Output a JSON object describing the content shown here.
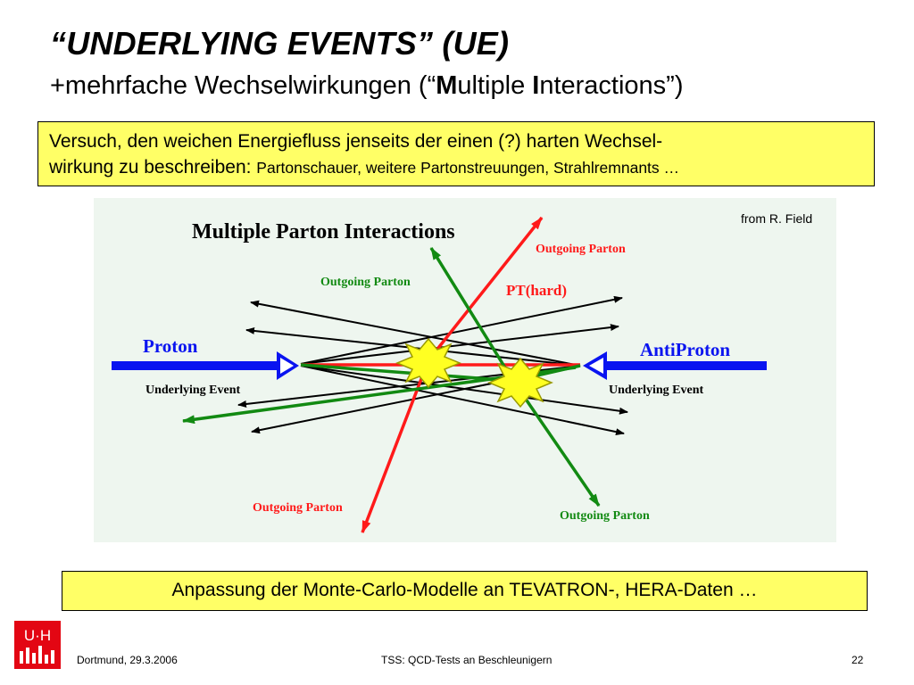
{
  "slide": {
    "title": "“UNDERLYING EVENTS” (UE)",
    "subtitle": {
      "part1": "+mehrfache Wechselwirkungen (“",
      "m_letter": "M",
      "part2": "ultiple ",
      "i_letter": "I",
      "part3": "nteractions”)"
    },
    "box1": {
      "line1": "Versuch, den weichen Energiefluss jenseits der einen (?) harten Wechsel-",
      "line2_main": "wirkung zu beschreiben: ",
      "line2_small": "Partonschauer, weitere Partonstreuungen, Strahlremnants …"
    },
    "diagram": {
      "title": "Multiple Parton Interactions",
      "credit": "from R. Field",
      "proton": "Proton",
      "antiproton": "AntiProton",
      "ue_left": "Underlying Event",
      "ue_right": "Underlying Event",
      "outgoing_green_top": "Outgoing Parton",
      "outgoing_red_top": "Outgoing Parton",
      "pt_hard": "PT(hard)",
      "outgoing_red_bottom": "Outgoing Parton",
      "outgoing_green_bottom": "Outgoing Parton"
    },
    "box2": "Anpassung der Monte-Carlo-Modelle an TEVATRON-, HERA-Daten …",
    "logo_text": "U·H",
    "footer": {
      "left": "Dortmund, 29.3.2006",
      "center": "TSS: QCD-Tests an Beschleunigern",
      "page": "22"
    },
    "colors": {
      "box_fill": "#ffff66",
      "beam_blue": "#0a14f0",
      "red_parton": "#ff1a1a",
      "green_parton": "#128a12",
      "logo_red": "#e30613"
    }
  }
}
